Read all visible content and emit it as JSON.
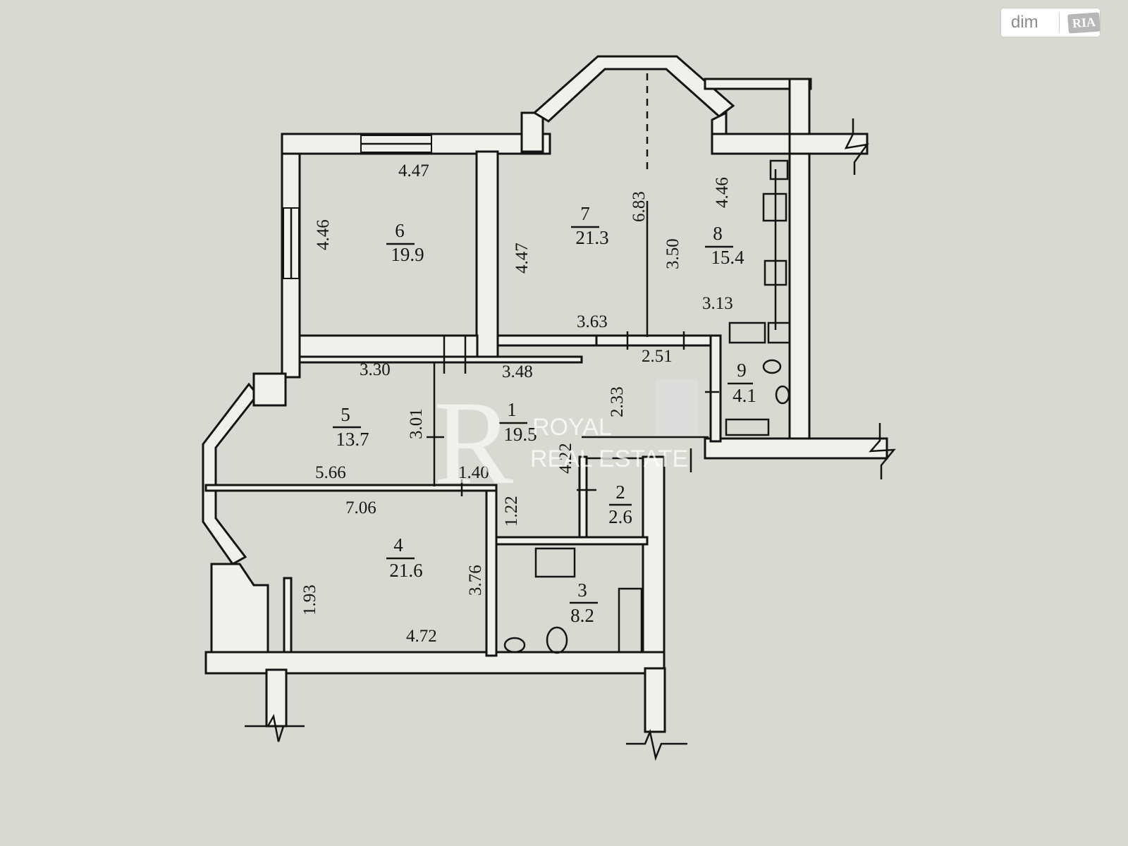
{
  "brand": {
    "site_word": "dim",
    "site_logo_word": "RIA",
    "watermark_line1": "ROYAL",
    "watermark_line2": "REAL ESTATE"
  },
  "rooms": [
    {
      "number": "1",
      "area": "19.5"
    },
    {
      "number": "2",
      "area": "2.6"
    },
    {
      "number": "3",
      "area": "8.2"
    },
    {
      "number": "4",
      "area": "21.6"
    },
    {
      "number": "5",
      "area": "13.7"
    },
    {
      "number": "6",
      "area": "19.9"
    },
    {
      "number": "7",
      "area": "21.3"
    },
    {
      "number": "8",
      "area": "15.4"
    },
    {
      "number": "9",
      "area": "4.1"
    }
  ],
  "dimensions": {
    "r6_top": "4.47",
    "r6_left": "4.46",
    "r7_left": "4.47",
    "r7_height": "6.83",
    "r7_bottom": "3.63",
    "r8_top": "4.46",
    "r8_mid": "3.50",
    "r8_bottom": "3.13",
    "hall_top_left": "3.30",
    "hall_top_mid": "3.48",
    "hall_top_right": "2.51",
    "hall_vertical": "2.33",
    "hall_inner": "4.22",
    "hall_lower": "1.22",
    "r5_side": "3.01",
    "r5_bottom": "5.66",
    "corridor": "1.40",
    "r4_top": "7.06",
    "r4_right": "3.76",
    "r4_bottom": "4.72",
    "r4_left": "1.93"
  }
}
